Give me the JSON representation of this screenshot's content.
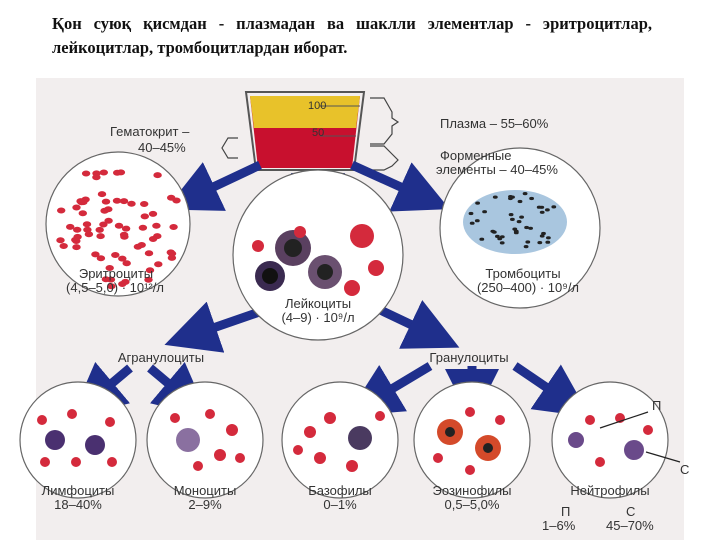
{
  "caption": "Қон суюқ қисмдан - плазмадан ва шаклли элементлар - эритроцитлар, лейкоцитлар, тромбоцитлардан иборат.",
  "beaker": {
    "mark_top": "100",
    "mark_mid": "50"
  },
  "hematocrit": {
    "label": "Гематокрит –",
    "value": "40–45%"
  },
  "plasma": {
    "label": "Плазма – 55–60%"
  },
  "formed": {
    "line1": "Форменные",
    "line2": "элементы – 40–45%"
  },
  "erythrocytes": {
    "name": "Эритроциты",
    "value": "(4,5–5,0) · 10¹²/л"
  },
  "leukocytes": {
    "name": "Лейкоциты",
    "value": "(4–9) · 10⁹/л"
  },
  "thrombocytes": {
    "name": "Тромбоциты",
    "value": "(250–400) · 10⁹/л"
  },
  "agranulocytes": {
    "name": "Агранулоциты"
  },
  "granulocytes": {
    "name": "Гранулоциты"
  },
  "lymphocytes": {
    "name": "Лимфоциты",
    "value": "18–40%"
  },
  "monocytes": {
    "name": "Моноциты",
    "value": "2–9%"
  },
  "basophils": {
    "name": "Базофилы",
    "value": "0–1%"
  },
  "eosinophils": {
    "name": "Эозинофилы",
    "value": "0,5–5,0%"
  },
  "neutrophils": {
    "name": "Нейтрофилы",
    "p_label": "П",
    "p_value": "1–6%",
    "c_label": "С",
    "c_value": "45–70%"
  },
  "colors": {
    "arrow": "#1f2f8c",
    "blood": "#c8102e",
    "plasma": "#e8c22a"
  }
}
